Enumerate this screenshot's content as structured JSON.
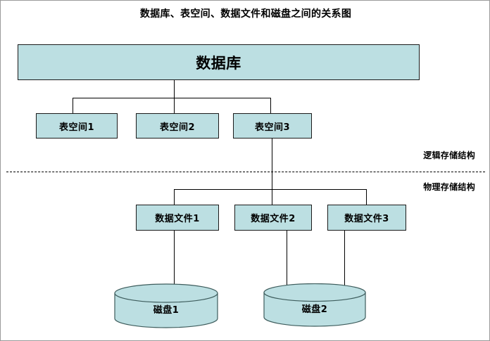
{
  "title": "数据库、表空间、数据文件和磁盘之间的关系图",
  "colors": {
    "node_fill": "#bcdfe2",
    "node_stroke": "#1a1a1a",
    "cylinder_fill": "#bcdfe2",
    "cylinder_stroke": "#3d5c5c",
    "line": "#000000",
    "background": "#ffffff"
  },
  "database": {
    "label": "数据库"
  },
  "tablespaces": [
    {
      "label": "表空间1"
    },
    {
      "label": "表空间2"
    },
    {
      "label": "表空间3"
    }
  ],
  "datafiles": [
    {
      "label": "数据文件1"
    },
    {
      "label": "数据文件2"
    },
    {
      "label": "数据文件3"
    }
  ],
  "disks": [
    {
      "label": "磁盘1"
    },
    {
      "label": "磁盘2"
    }
  ],
  "section_labels": {
    "logical": "逻辑存储结构",
    "physical": "物理存储结构"
  }
}
